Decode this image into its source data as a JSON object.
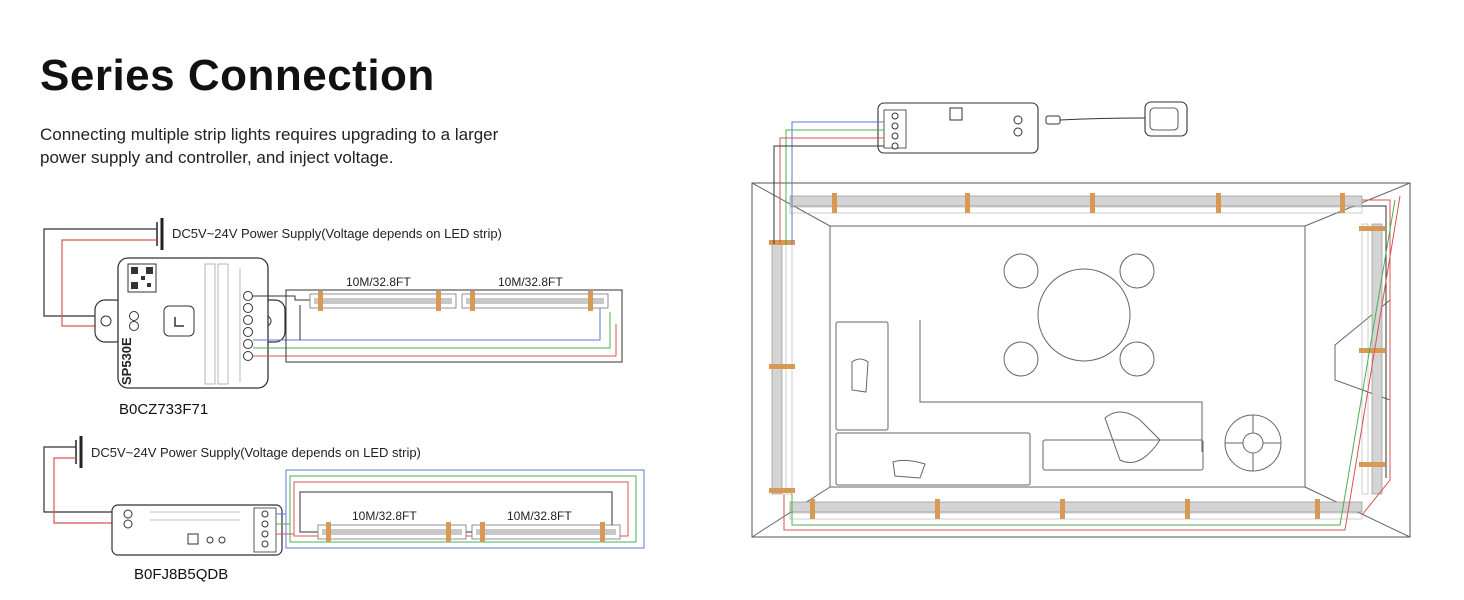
{
  "header": {
    "title": "Series Connection",
    "description": "Connecting multiple strip lights requires upgrading to a larger power supply and controller, and inject voltage."
  },
  "diagram_a": {
    "power_supply_label": "DC5V~24V Power Supply(Voltage depends on LED strip)",
    "strip_1_length": "10M/32.8FT",
    "strip_2_length": "10M/32.8FT",
    "controller_model": "SP530E",
    "product_code": "B0CZ733F71"
  },
  "diagram_b": {
    "power_supply_label": "DC5V~24V Power Supply(Voltage depends on LED strip)",
    "strip_1_length": "10M/32.8FT",
    "strip_2_length": "10M/32.8FT",
    "product_code": "B0FJ8B5QDB"
  },
  "colors": {
    "wire_red": "#d9534f",
    "wire_green": "#4caf50",
    "wire_blue": "#5b7bd5",
    "wire_black": "#333333",
    "strip_gray": "#c8c8c8",
    "connector_orange": "#d89a52"
  }
}
